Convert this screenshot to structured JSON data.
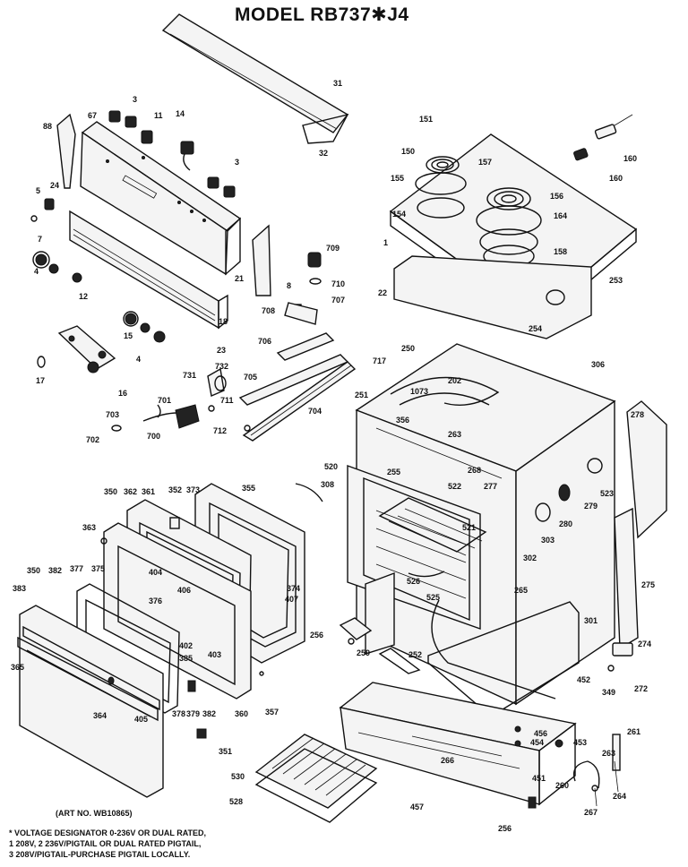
{
  "title": "MODEL RB737✱J4",
  "art_number": "(ART NO. WB10865)",
  "footnotes": [
    "* VOLTAGE DESIGNATOR 0-236V OR DUAL RATED,",
    "1  208V, 2  236V/PIGTAIL OR DUAL RATED PIGTAIL,",
    "3  208V/PIGTAIL-PURCHASE PIGTAIL LOCALLY."
  ],
  "callouts": [
    {
      "id": "31",
      "label": "31"
    },
    {
      "id": "32",
      "label": "32"
    },
    {
      "id": "3a",
      "label": "3"
    },
    {
      "id": "11",
      "label": "11"
    },
    {
      "id": "14",
      "label": "14"
    },
    {
      "id": "67",
      "label": "67"
    },
    {
      "id": "88",
      "label": "88"
    },
    {
      "id": "3b",
      "label": "3"
    },
    {
      "id": "5",
      "label": "5"
    },
    {
      "id": "24",
      "label": "24"
    },
    {
      "id": "7",
      "label": "7"
    },
    {
      "id": "4a",
      "label": "4"
    },
    {
      "id": "12",
      "label": "12"
    },
    {
      "id": "21",
      "label": "21"
    },
    {
      "id": "18",
      "label": "18"
    },
    {
      "id": "8",
      "label": "8"
    },
    {
      "id": "23",
      "label": "23"
    },
    {
      "id": "15",
      "label": "15"
    },
    {
      "id": "4b",
      "label": "4"
    },
    {
      "id": "16",
      "label": "16"
    },
    {
      "id": "17",
      "label": "17"
    },
    {
      "id": "709",
      "label": "709"
    },
    {
      "id": "710",
      "label": "710"
    },
    {
      "id": "707",
      "label": "707"
    },
    {
      "id": "708",
      "label": "708"
    },
    {
      "id": "706",
      "label": "706"
    },
    {
      "id": "705",
      "label": "705"
    },
    {
      "id": "704",
      "label": "704"
    },
    {
      "id": "731",
      "label": "731"
    },
    {
      "id": "732",
      "label": "732"
    },
    {
      "id": "711",
      "label": "711"
    },
    {
      "id": "701",
      "label": "701"
    },
    {
      "id": "703",
      "label": "703"
    },
    {
      "id": "702",
      "label": "702"
    },
    {
      "id": "700",
      "label": "700"
    },
    {
      "id": "712",
      "label": "712"
    },
    {
      "id": "151",
      "label": "151"
    },
    {
      "id": "150",
      "label": "150"
    },
    {
      "id": "157",
      "label": "157"
    },
    {
      "id": "155",
      "label": "155"
    },
    {
      "id": "156",
      "label": "156"
    },
    {
      "id": "154",
      "label": "154"
    },
    {
      "id": "164",
      "label": "164"
    },
    {
      "id": "158",
      "label": "158"
    },
    {
      "id": "1",
      "label": "1"
    },
    {
      "id": "160a",
      "label": "160"
    },
    {
      "id": "160b",
      "label": "160"
    },
    {
      "id": "253",
      "label": "253"
    },
    {
      "id": "254",
      "label": "254"
    },
    {
      "id": "22",
      "label": "22"
    },
    {
      "id": "717",
      "label": "717"
    },
    {
      "id": "250",
      "label": "250"
    },
    {
      "id": "306",
      "label": "306"
    },
    {
      "id": "202",
      "label": "202"
    },
    {
      "id": "1073",
      "label": "1073"
    },
    {
      "id": "251",
      "label": "251"
    },
    {
      "id": "356",
      "label": "356"
    },
    {
      "id": "263",
      "label": "263"
    },
    {
      "id": "278",
      "label": "278"
    },
    {
      "id": "268",
      "label": "268"
    },
    {
      "id": "520",
      "label": "520"
    },
    {
      "id": "255",
      "label": "255"
    },
    {
      "id": "277",
      "label": "277"
    },
    {
      "id": "522",
      "label": "522"
    },
    {
      "id": "523",
      "label": "523"
    },
    {
      "id": "279",
      "label": "279"
    },
    {
      "id": "280",
      "label": "280"
    },
    {
      "id": "521",
      "label": "521"
    },
    {
      "id": "303",
      "label": "303"
    },
    {
      "id": "302",
      "label": "302"
    },
    {
      "id": "350a",
      "label": "350"
    },
    {
      "id": "362",
      "label": "362"
    },
    {
      "id": "361",
      "label": "361"
    },
    {
      "id": "352",
      "label": "352"
    },
    {
      "id": "373",
      "label": "373"
    },
    {
      "id": "355",
      "label": "355"
    },
    {
      "id": "308",
      "label": "308"
    },
    {
      "id": "363",
      "label": "363"
    },
    {
      "id": "350b",
      "label": "350"
    },
    {
      "id": "382",
      "label": "382"
    },
    {
      "id": "377",
      "label": "377"
    },
    {
      "id": "375",
      "label": "375"
    },
    {
      "id": "404",
      "label": "404"
    },
    {
      "id": "376",
      "label": "376"
    },
    {
      "id": "374",
      "label": "374"
    },
    {
      "id": "407",
      "label": "407"
    },
    {
      "id": "406",
      "label": "406"
    },
    {
      "id": "383",
      "label": "383"
    },
    {
      "id": "402",
      "label": "402"
    },
    {
      "id": "385",
      "label": "385"
    },
    {
      "id": "403",
      "label": "403"
    },
    {
      "id": "365",
      "label": "365"
    },
    {
      "id": "364",
      "label": "364"
    },
    {
      "id": "405",
      "label": "405"
    },
    {
      "id": "378",
      "label": "378"
    },
    {
      "id": "379",
      "label": "379"
    },
    {
      "id": "382b",
      "label": "382"
    },
    {
      "id": "360",
      "label": "360"
    },
    {
      "id": "357",
      "label": "357"
    },
    {
      "id": "351",
      "label": "351"
    },
    {
      "id": "256a",
      "label": "256"
    },
    {
      "id": "259",
      "label": "259"
    },
    {
      "id": "252",
      "label": "252"
    },
    {
      "id": "526",
      "label": "526"
    },
    {
      "id": "525",
      "label": "525"
    },
    {
      "id": "265",
      "label": "265"
    },
    {
      "id": "275",
      "label": "275"
    },
    {
      "id": "301",
      "label": "301"
    },
    {
      "id": "274",
      "label": "274"
    },
    {
      "id": "452",
      "label": "452"
    },
    {
      "id": "349",
      "label": "349"
    },
    {
      "id": "272",
      "label": "272"
    },
    {
      "id": "456",
      "label": "456"
    },
    {
      "id": "454",
      "label": "454"
    },
    {
      "id": "453",
      "label": "453"
    },
    {
      "id": "261",
      "label": "261"
    },
    {
      "id": "266",
      "label": "266"
    },
    {
      "id": "451",
      "label": "451"
    },
    {
      "id": "263b",
      "label": "263"
    },
    {
      "id": "530",
      "label": "530"
    },
    {
      "id": "528",
      "label": "528"
    },
    {
      "id": "457",
      "label": "457"
    },
    {
      "id": "260",
      "label": "260"
    },
    {
      "id": "264",
      "label": "264"
    },
    {
      "id": "256b",
      "label": "256"
    },
    {
      "id": "267",
      "label": "267"
    }
  ]
}
